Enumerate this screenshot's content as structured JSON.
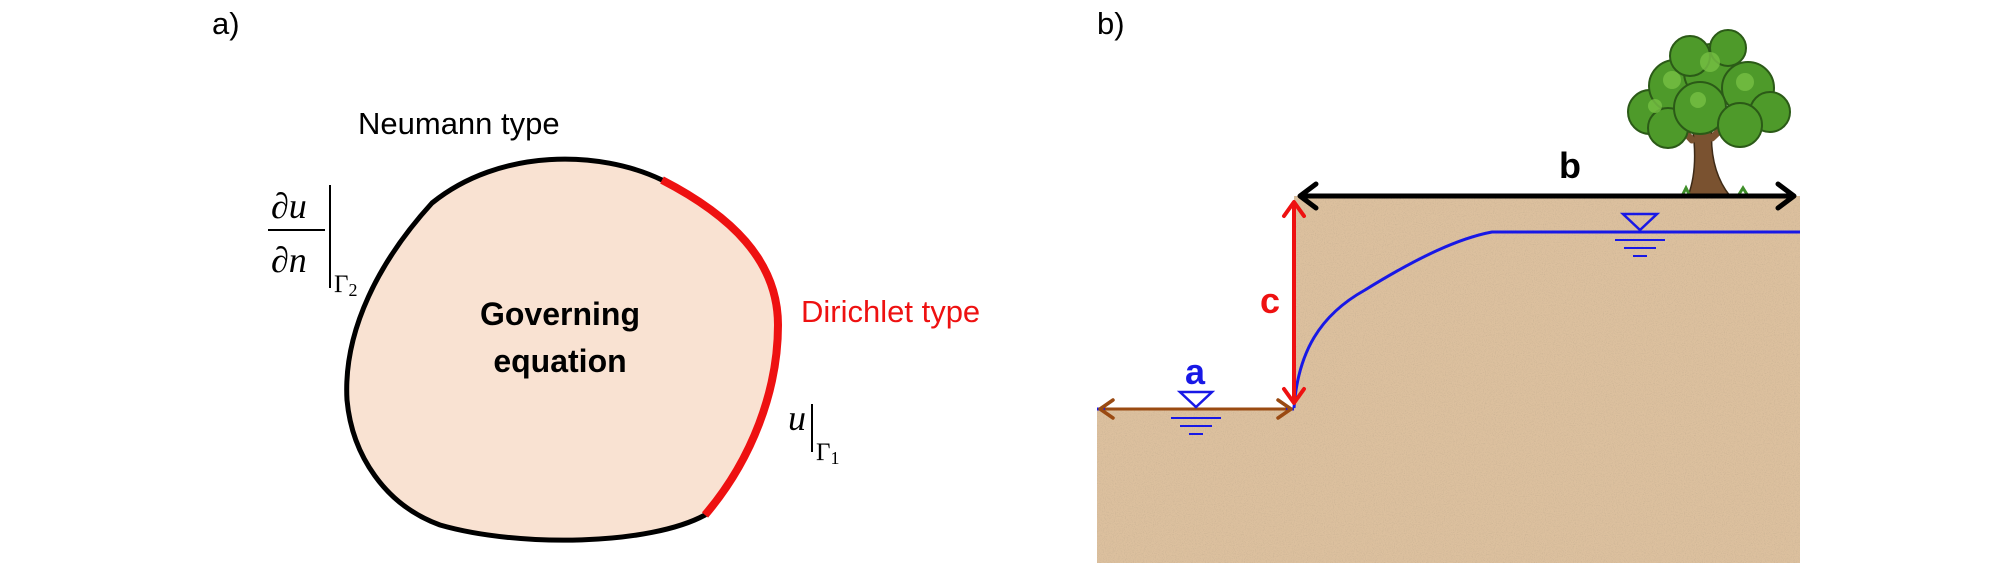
{
  "panel_a": {
    "label": "a)",
    "neumann_label": "Neumann type",
    "dirichlet_label": "Dirichlet type",
    "governing_line1": "Governing",
    "governing_line2": "equation",
    "neumann_expr": {
      "numerator": "∂u",
      "denominator": "∂n",
      "subscript_symbol": "Γ",
      "subscript_index": "2"
    },
    "dirichlet_expr": {
      "variable": "u",
      "subscript_symbol": "Γ",
      "subscript_index": "1"
    }
  },
  "panel_b": {
    "label": "b)",
    "label_a": "a",
    "label_b": "b",
    "label_c": "c"
  },
  "colors": {
    "domain_fill": "#f9e2d2",
    "boundary_black": "#000000",
    "dirichlet_red": "#ee1111",
    "water_blue": "#1818e6",
    "soil": "#dcc09e",
    "arrow_brown": "#9a4a12",
    "tree_green": "#4e9a2a",
    "trunk": "#7a5230"
  }
}
